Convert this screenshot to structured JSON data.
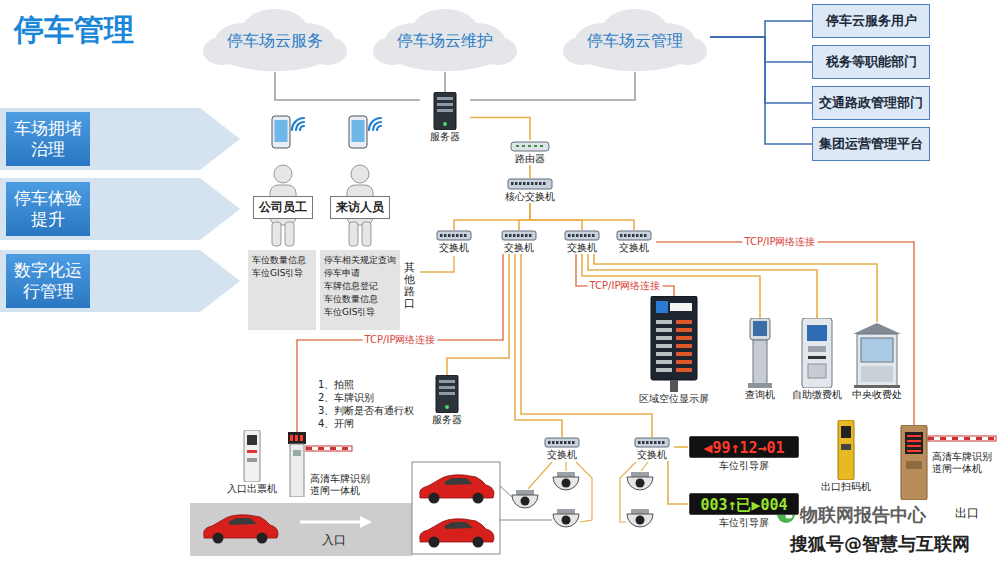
{
  "diagram": {
    "title": "停车管理",
    "nodes": [
      {
        "text": [
          "车场拥堵治理"
        ]
      },
      {
        "text": [
          "停车体验提升"
        ]
      },
      {
        "text": [
          "数字化运行管理"
        ]
      },
      {
        "text": [
          "停车场云服务"
        ]
      },
      {
        "text": [
          "停车场云维护"
        ]
      },
      {
        "text": [
          "停车场云管理"
        ]
      },
      {
        "text": [
          "停车云服务用户"
        ]
      },
      {
        "text": [
          "税务等职能部门"
        ]
      },
      {
        "text": [
          "交通路政管理部门"
        ]
      },
      {
        "text": [
          "集团运营管理平台"
        ]
      },
      {
        "text": [
          "服务器"
        ]
      },
      {
        "text": [
          "路由器"
        ]
      },
      {
        "text": [
          "核心交换机"
        ]
      },
      {
        "text": [
          "交换机"
        ]
      },
      {
        "text": [
          "交换机"
        ]
      },
      {
        "text": [
          "交换机"
        ]
      },
      {
        "text": [
          "交换机"
        ]
      },
      {
        "text": [
          "公司员工"
        ]
      },
      {
        "text": [
          "车位数量信息",
          "车位GIS引导"
        ]
      },
      {
        "text": [
          "来访人员"
        ]
      },
      {
        "text": [
          "停车相关规定查询",
          "停车申请",
          "车牌信息登记",
          "车位数量信息",
          "车位GIS引导"
        ]
      },
      {
        "text": [
          "区域空位显示屏"
        ]
      },
      {
        "text": [
          "查询机"
        ]
      },
      {
        "text": [
          "自助缴费机"
        ]
      },
      {
        "text": [
          "中央收费处"
        ]
      },
      {
        "text": [
          "服务器"
        ]
      },
      {
        "text": [
          "入口出票机"
        ]
      },
      {
        "text": [
          "高清车牌识别道闸一体机"
        ]
      },
      {
        "text": [
          "交换机"
        ]
      },
      {
        "text": [
          "交换机"
        ]
      },
      {
        "text": [
          "◀99↑12→01",
          "车位引导屏"
        ]
      },
      {
        "text": [
          "003↑已▶004",
          "车位引导屏"
        ]
      },
      {
        "text": [
          "出口扫码机"
        ]
      },
      {
        "text": [
          "高清车牌识别道闸一体机"
        ]
      }
    ],
    "edges": [
      {
        "from": 3,
        "to": 10,
        "arrow": "none"
      },
      {
        "from": 4,
        "to": 10,
        "arrow": "none"
      },
      {
        "from": 5,
        "to": 10,
        "arrow": "none"
      },
      {
        "from": 5,
        "to": 6,
        "arrow": "none"
      },
      {
        "from": 5,
        "to": 7,
        "arrow": "none"
      },
      {
        "from": 5,
        "to": 8,
        "arrow": "none"
      },
      {
        "from": 5,
        "to": 9,
        "arrow": "none"
      },
      {
        "from": 10,
        "to": 11,
        "arrow": "none"
      },
      {
        "from": 11,
        "to": 12,
        "arrow": "none"
      },
      {
        "from": 12,
        "to": 13,
        "arrow": "none"
      },
      {
        "from": 12,
        "to": 14,
        "arrow": "none"
      },
      {
        "from": 12,
        "to": 15,
        "arrow": "none"
      },
      {
        "from": 12,
        "to": 16,
        "arrow": "none"
      },
      {
        "from": 14,
        "to": 27,
        "label": "TCP/IP网络连接",
        "arrow": "none"
      },
      {
        "from": 14,
        "to": 25,
        "arrow": "none"
      },
      {
        "from": 14,
        "to": 28,
        "arrow": "none"
      },
      {
        "from": 14,
        "to": 29,
        "arrow": "none"
      },
      {
        "from": 15,
        "to": 21,
        "label": "TCP/IP网络连接",
        "arrow": "none"
      },
      {
        "from": 15,
        "to": 22,
        "arrow": "none"
      },
      {
        "from": 15,
        "to": 23,
        "arrow": "none"
      },
      {
        "from": 15,
        "to": 24,
        "arrow": "none"
      },
      {
        "from": 16,
        "to": 33,
        "label": "TCP/IP网络连接",
        "arrow": "none"
      },
      {
        "from": 29,
        "to": 30,
        "arrow": "none"
      },
      {
        "from": 29,
        "to": 31,
        "arrow": "none"
      }
    ],
    "labels": [
      "其他路口",
      "1、拍照",
      "2、车牌识别",
      "3、判断是否有通行权",
      "4、开闸",
      "入口",
      "出口",
      "物联网报告中心",
      "搜狐号@智慧与互联网"
    ]
  }
}
